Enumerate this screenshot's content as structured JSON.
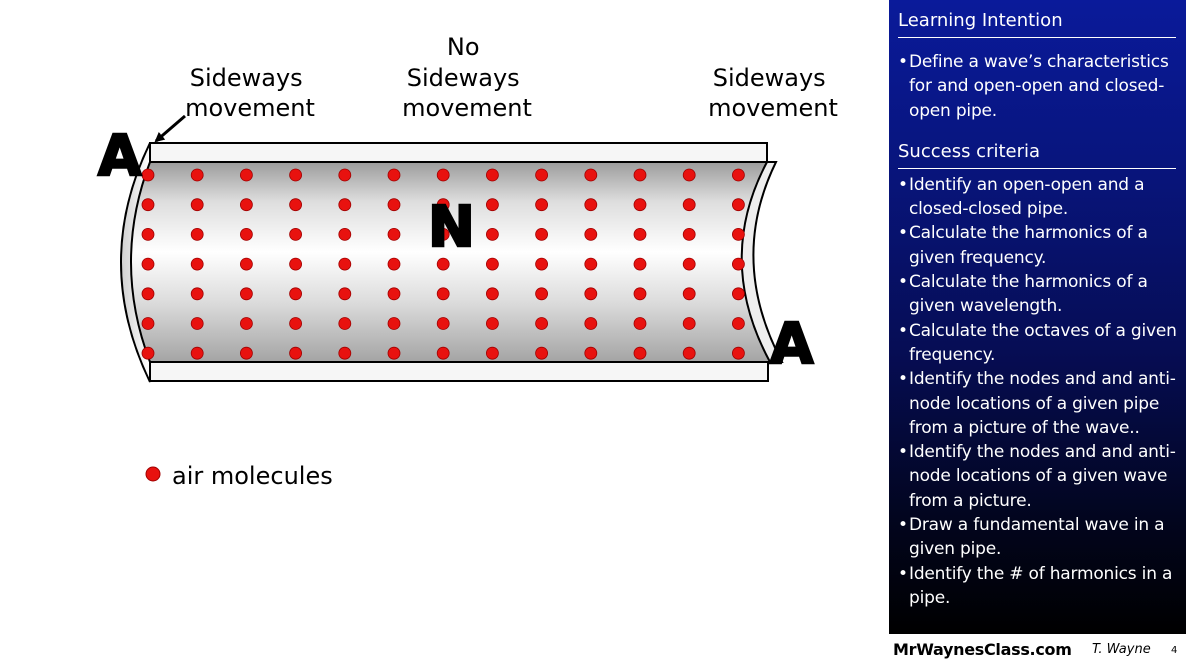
{
  "diagram": {
    "labels": {
      "sideways_left": [
        "Sideways",
        "movement"
      ],
      "no_sideways": [
        "No",
        "Sideways",
        "movement"
      ],
      "sideways_right": [
        "Sideways",
        "movement"
      ]
    },
    "antinode_left": "A",
    "node_center": "N",
    "antinode_right": "A",
    "legend_label": "air molecules",
    "molecule_color": "#e8120f",
    "molecule_grid": {
      "columns": 13,
      "rows": 7
    }
  },
  "panel": {
    "learning_intention_heading": "Learning Intention",
    "learning_intention_items": [
      "Define a wave’s characteristics for and open-open and closed-open pipe."
    ],
    "success_criteria_heading": "Success criteria",
    "success_criteria_items": [
      "Identify an open-open and a closed-closed pipe.",
      "Calculate the harmonics of a given frequency.",
      "Calculate the harmonics of a given wavelength.",
      "Calculate the octaves of a given frequency.",
      "Identify the nodes and and anti-node locations of a given pipe from a picture of the wave..",
      "Identify the nodes and and anti-node locations of a given wave from a picture.",
      "Draw a fundamental wave in a given pipe.",
      "Identify the # of harmonics in a pipe."
    ]
  },
  "footer": {
    "site": "MrWaynesClass.com",
    "author": "T. Wayne",
    "page_number": "4"
  }
}
